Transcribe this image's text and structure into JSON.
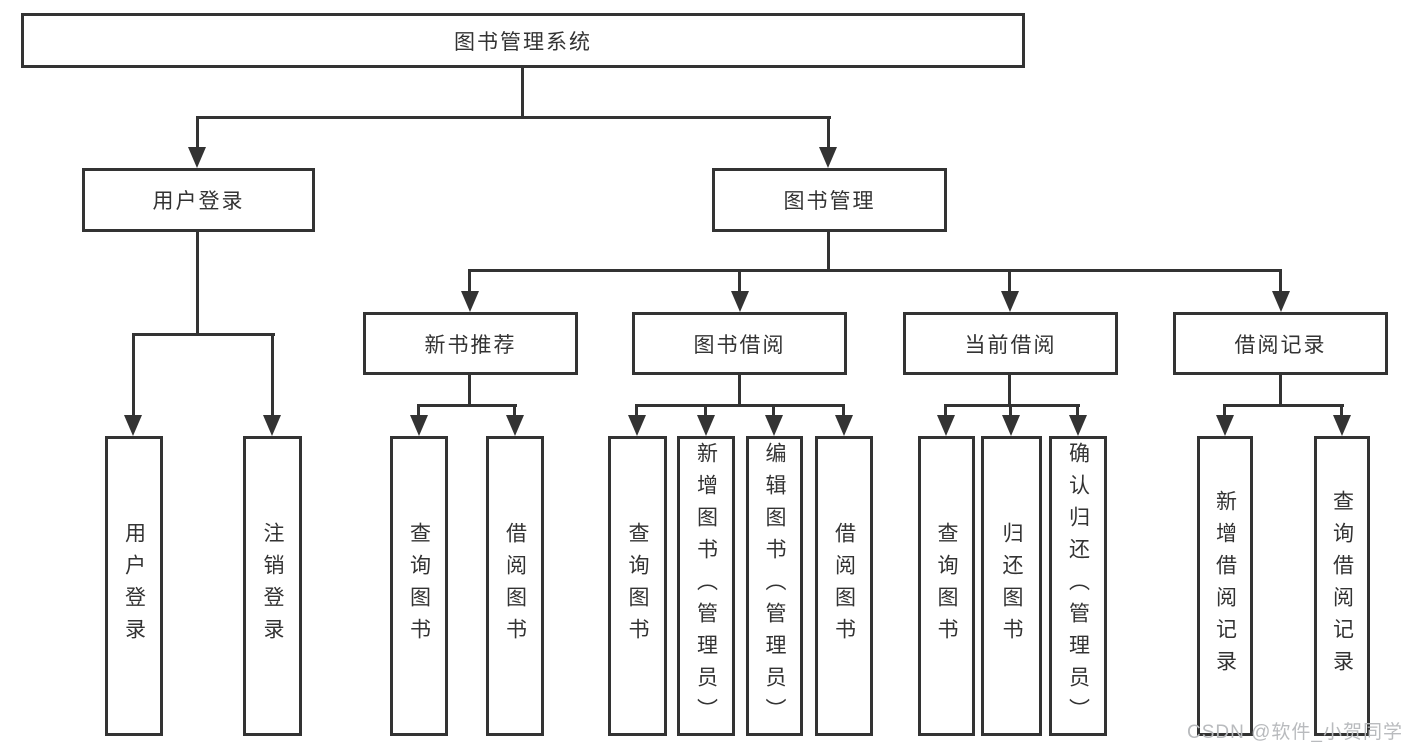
{
  "tree": {
    "root": "图书管理系统",
    "login": {
      "label": "用户登录",
      "children": [
        "用户登录",
        "注销登录"
      ]
    },
    "mgmt": {
      "label": "图书管理",
      "sections": [
        {
          "label": "新书推荐",
          "children": [
            "查询图书",
            "借阅图书"
          ]
        },
        {
          "label": "图书借阅",
          "children": [
            "查询图书",
            "新增图书（管理员）",
            "编辑图书（管理员）",
            "借阅图书"
          ]
        },
        {
          "label": "当前借阅",
          "children": [
            "查询图书",
            "归还图书",
            "确认归还（管理员）"
          ]
        },
        {
          "label": "借阅记录",
          "children": [
            "新增借阅记录",
            "查询借阅记录"
          ]
        }
      ]
    }
  },
  "watermark": "CSDN @软件_小贺同学",
  "colors": {
    "line": "#333333",
    "text": "#333333",
    "watermark": "#b9bbbe",
    "background": "#ffffff"
  }
}
